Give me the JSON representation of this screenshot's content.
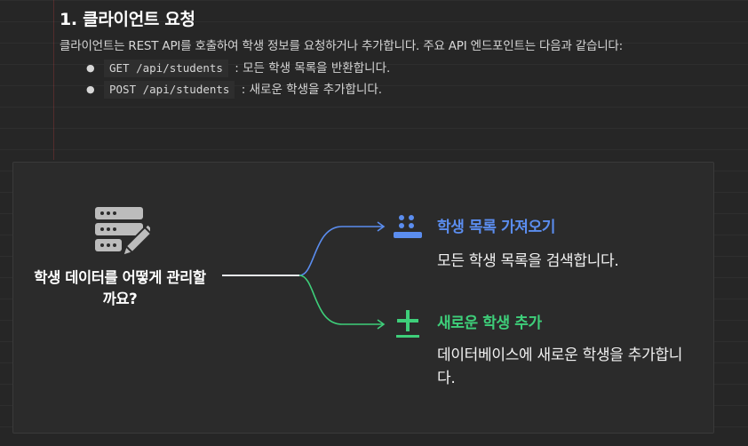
{
  "document": {
    "heading": "1. 클라이언트 요청",
    "paragraph": "클라이언트는 REST API를 호출하여 학생 정보를 요청하거나 추가합니다. 주요 API 엔드포인트는 다음과 같습니다:",
    "endpoints": [
      {
        "code": "GET /api/students",
        "description": ": 모든 학생 목록을 반환합니다."
      },
      {
        "code": "POST /api/students",
        "description": ": 새로운 학생을 추가합니다."
      }
    ]
  },
  "diagram": {
    "question": "학생 데이터를 어떻게 관리할까요?",
    "branches": [
      {
        "title": "학생 목록 가져오기",
        "description": "모든 학생 목록을 검색합니다.",
        "color": "#5b8def",
        "icon": "list-fetch-icon"
      },
      {
        "title": "새로운 학생 추가",
        "description": "데이터베이스에 새로운 학생을 추가합니다.",
        "color": "#3ecf7a",
        "icon": "plus-icon"
      }
    ],
    "center_icon": "database-edit-icon"
  },
  "colors": {
    "background": "#262626",
    "card": "#2b2b2b",
    "fetch_accent": "#5b8def",
    "add_accent": "#3ecf7a"
  }
}
